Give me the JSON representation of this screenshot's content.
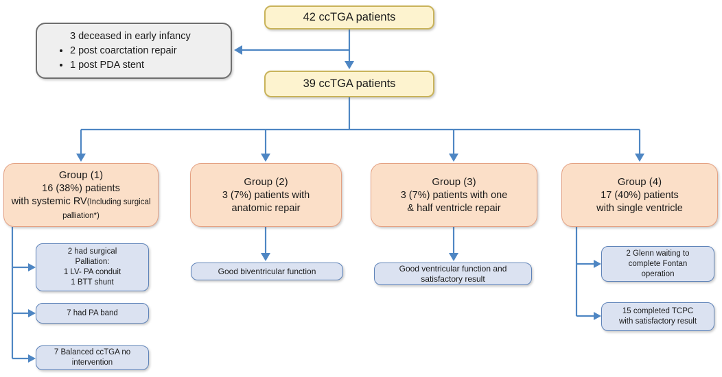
{
  "colors": {
    "arrow": "#4e86c3",
    "yellow_fill": "#fdf3cf",
    "yellow_border": "#c9b35a",
    "gray_fill": "#efefef",
    "gray_border": "#6e6e6e",
    "peach_fill": "#fbdfc8",
    "peach_border": "#e4a183",
    "blue_fill": "#dbe2f1",
    "blue_border": "#5d82b8",
    "text": "#1a1a1a"
  },
  "flow": {
    "box42": "42 ccTGA patients",
    "box39": "39 ccTGA patients",
    "exclusion": {
      "header": "3 deceased in early infancy",
      "items": [
        "2 post coarctation repair",
        "1 post PDA stent"
      ]
    },
    "groups": [
      {
        "title": "Group (1)",
        "body": "16 (38%) patients\nwith systemic RV",
        "note": "(Including surgical palliation*)"
      },
      {
        "title": "Group (2)",
        "body": "3 (7%) patients with\nanatomic repair",
        "note": ""
      },
      {
        "title": "Group (3)",
        "body": "3 (7%) patients with one\n& half ventricle repair",
        "note": ""
      },
      {
        "title": "Group (4)",
        "body": "17 (40%) patients\nwith single ventricle",
        "note": ""
      }
    ],
    "group1_children": [
      "2 had surgical\nPalliation:\n1 LV- PA conduit\n1 BTT shunt",
      "7 had PA band",
      "7 Balanced ccTGA no\nintervention"
    ],
    "group2_children": [
      "Good biventricular function"
    ],
    "group3_children": [
      "Good ventricular function and\nsatisfactory result"
    ],
    "group4_children": [
      "2 Glenn waiting to\ncomplete Fontan\noperation",
      "15 completed TCPC\nwith satisfactory result"
    ]
  }
}
